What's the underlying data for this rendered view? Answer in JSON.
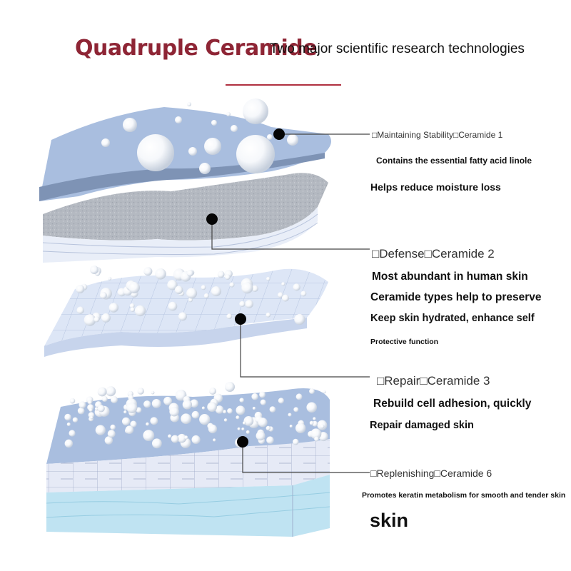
{
  "header": {
    "title": "Quadruple Ceramide",
    "subtitle": "Two major scientific research technologies"
  },
  "callouts": [
    {
      "heading": "□Maintaining Stability□Ceramide 1",
      "lines": [
        "Contains the essential fatty acid linole",
        "Helps reduce moisture loss"
      ]
    },
    {
      "heading": "□Defense□Ceramide 2",
      "lines": [
        "Most abundant in human skin",
        "Ceramide types help to preserve",
        "Keep skin hydrated, enhance self",
        "Protective function"
      ]
    },
    {
      "heading": "□Repair□Ceramide 3",
      "lines": [
        "Rebuild cell adhesion, quickly",
        "Repair damaged skin"
      ]
    },
    {
      "heading": "□Replenishing□Ceramide 6",
      "lines": [
        "Promotes keratin metabolism for smooth and tender skin",
        "skin"
      ]
    }
  ],
  "colors": {
    "title": "#8e2535",
    "accent_line": "#b03040",
    "layer_blue": "#a9bedf",
    "layer_grey": "#b7bcc4",
    "layer_light": "#dfe7f7",
    "base_cyan": "#bfe3f2"
  }
}
